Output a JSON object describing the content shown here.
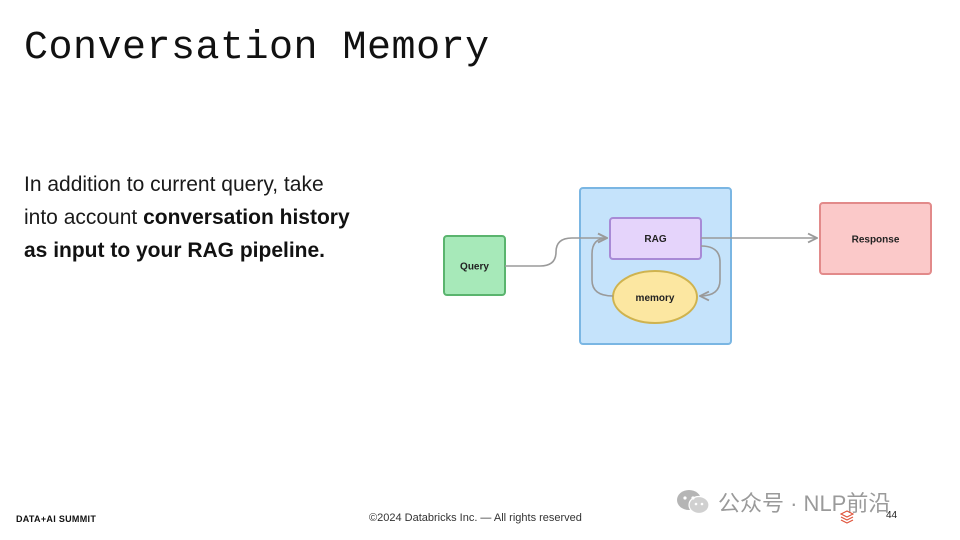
{
  "slide": {
    "title": "Conversation Memory",
    "body": {
      "line1": "In addition to current query, take",
      "line2_pre": "into account ",
      "line2_bold": "conversation history",
      "line3_bold": "as input to your RAG pipeline."
    }
  },
  "diagram": {
    "nodes": {
      "query": "Query",
      "rag": "RAG",
      "memory": "memory",
      "response": "Response"
    },
    "colors": {
      "query_fill": "#a7e9b9",
      "query_stroke": "#5ab46e",
      "container_fill": "#c5e3fb",
      "container_stroke": "#7ab6e3",
      "rag_fill": "#e5d4fb",
      "rag_stroke": "#a88ad6",
      "memory_fill": "#fce7a1",
      "memory_stroke": "#cfb34f",
      "response_fill": "#fbc9c9",
      "response_stroke": "#e28a8a",
      "arrow": "#9a9a9a"
    }
  },
  "footer": {
    "brand": "DATA+AI SUMMIT",
    "copyright": "©2024 Databricks Inc. — All rights reserved",
    "page_number": "44",
    "watermark": "公众号 · NLP前沿"
  }
}
